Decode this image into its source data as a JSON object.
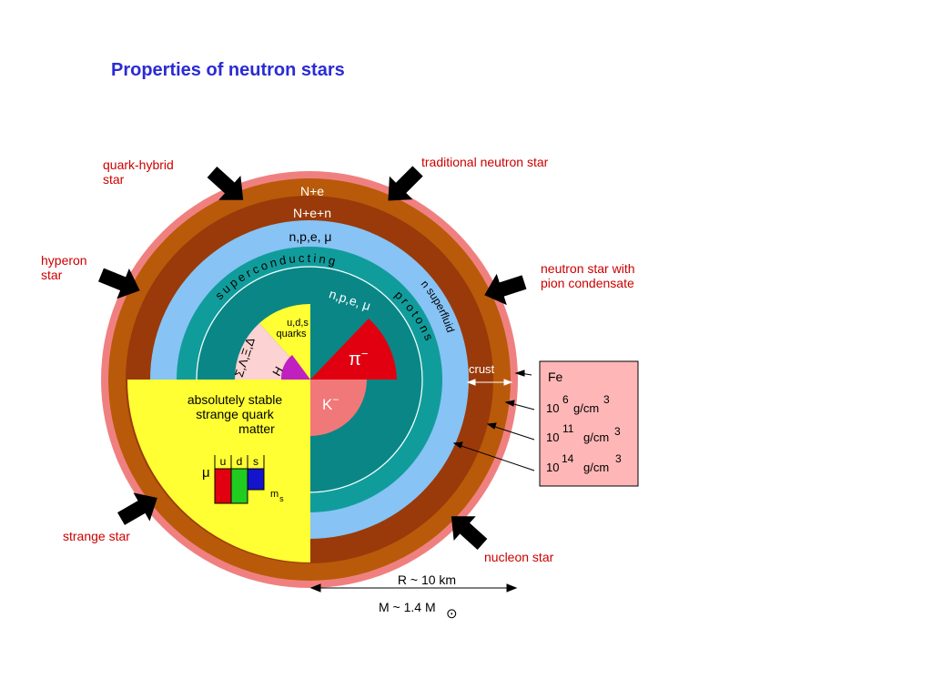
{
  "title": "Properties of neutron stars",
  "labels": {
    "quark_hybrid": [
      "quark-hybrid",
      "star"
    ],
    "traditional": "traditional neutron star",
    "hyperon": [
      "hyperon",
      "star"
    ],
    "pion": [
      "neutron star with",
      "pion condensate"
    ],
    "strange_star": "strange star",
    "nucleon_star": "nucleon star"
  },
  "layers": {
    "ne": "N+e",
    "nen": "N+e+n",
    "npe_mu": "n,p,e, μ",
    "npe_mu_inner": "n,p,e, μ",
    "superconducting": "superconducting",
    "protons": "protons",
    "n_superfluid": "n superfluid",
    "crust": "crust"
  },
  "core": {
    "quarks": [
      "u,d,s",
      "quarks"
    ],
    "hyperons": "Σ,Λ,Ξ,Δ",
    "h": "H",
    "pion": "π",
    "pion_sup": "−",
    "kaon": "K",
    "kaon_sup": "−"
  },
  "strange_matter": {
    "lines": [
      "absolutely stable",
      "strange quark",
      "matter"
    ],
    "mu": "μ",
    "quarks": [
      "u",
      "d",
      "s"
    ],
    "ms": "m",
    "ms_sub": "s"
  },
  "density_box": {
    "fe": "Fe",
    "rows": [
      {
        "base": "10",
        "exp": "6",
        "unit": "g/cm",
        "uexp": "3"
      },
      {
        "base": "10",
        "exp": "11",
        "unit": "g/cm",
        "uexp": "3"
      },
      {
        "base": "10",
        "exp": "14",
        "unit": "g/cm",
        "uexp": "3"
      }
    ]
  },
  "dimensions": {
    "radius": "R ~ 10 km",
    "mass": "M ~ 1.4 M",
    "sun_symbol": "⊙"
  },
  "colors": {
    "outer_pink": "#f08080",
    "brown_light": "#b85a0a",
    "brown_dark": "#9a3a0a",
    "light_blue": "#87c3f5",
    "teal": "#119c9c",
    "dark_teal": "#0a8686",
    "yellow": "#ffff33",
    "pion_red": "#e00010",
    "kaon_pink": "#f07878",
    "hyperon_pink": "#fcd2d2",
    "h_magenta": "#c020c0",
    "box_pink": "#ffb6b6",
    "title_blue": "#2b2bd4",
    "label_red": "#cc0000"
  }
}
